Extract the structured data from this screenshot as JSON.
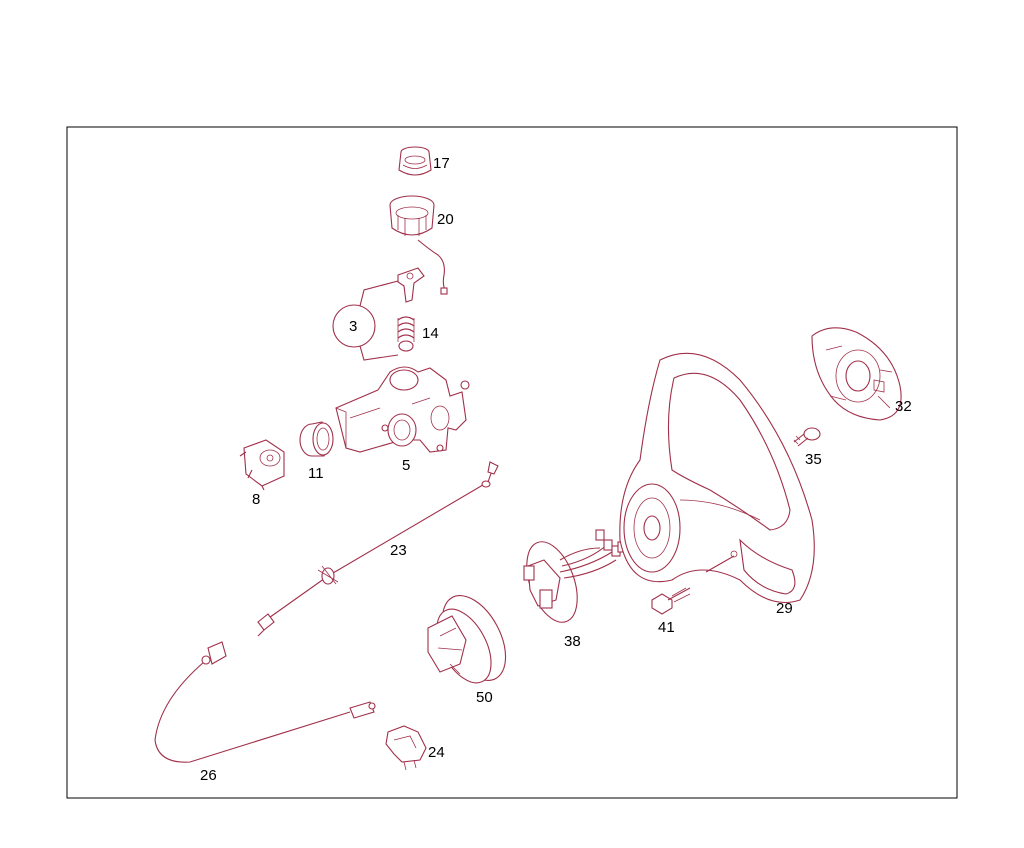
{
  "diagram": {
    "callout_group": "3",
    "parts": [
      {
        "id": "17",
        "name": "part-17"
      },
      {
        "id": "20",
        "name": "part-20"
      },
      {
        "id": "14",
        "name": "part-14"
      },
      {
        "id": "5",
        "name": "part-5"
      },
      {
        "id": "11",
        "name": "part-11"
      },
      {
        "id": "8",
        "name": "part-8"
      },
      {
        "id": "23",
        "name": "part-23"
      },
      {
        "id": "26",
        "name": "part-26"
      },
      {
        "id": "24",
        "name": "part-24"
      },
      {
        "id": "50",
        "name": "part-50"
      },
      {
        "id": "38",
        "name": "part-38"
      },
      {
        "id": "41",
        "name": "part-41"
      },
      {
        "id": "29",
        "name": "part-29"
      },
      {
        "id": "35",
        "name": "part-35"
      },
      {
        "id": "32",
        "name": "part-32"
      }
    ]
  },
  "colors": {
    "line": "#a0304a",
    "label": "#000000",
    "frame": "#000000",
    "background": "#ffffff"
  }
}
